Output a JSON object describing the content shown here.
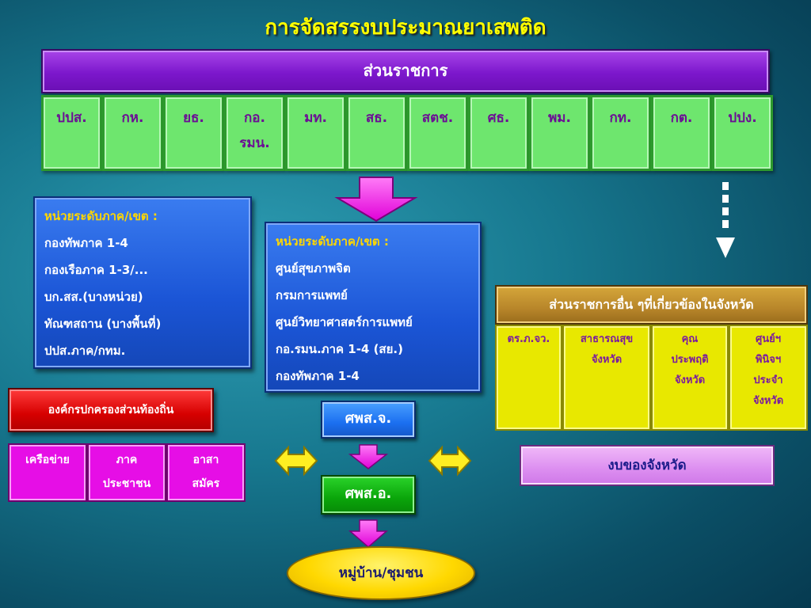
{
  "title": "การจัดสรรงบประมาณยาเสพติด",
  "header": "ส่วนราชการ",
  "departments": [
    [
      "ปปส."
    ],
    [
      "กห."
    ],
    [
      "ยธ."
    ],
    [
      "กอ.",
      "รมน."
    ],
    [
      "มท."
    ],
    [
      "สธ."
    ],
    [
      "สตช."
    ],
    [
      "ศธ."
    ],
    [
      "พม."
    ],
    [
      "กท."
    ],
    [
      "กต."
    ],
    [
      "ปปง."
    ]
  ],
  "left_box": {
    "heading": "หน่วยระดับภาค/เขต :",
    "lines": [
      "กองทัพภาค 1-4",
      "กองเรือภาค 1-3/...",
      "บก.สส.(บางหน่วย)",
      "ทัณฑสถาน (บางพื้นที่)",
      "ปปส.ภาค/กทม."
    ]
  },
  "center_box": {
    "heading": "หน่วยระดับภาค/เขต :",
    "lines": [
      "ศูนย์สุขภาพจิต",
      "กรมการแพทย์",
      "ศูนย์วิทยาศาสตร์การแพทย์",
      "กอ.รมน.ภาค 1-4 (สย.)",
      "กองทัพภาค 1-4"
    ]
  },
  "local_org": "องค์กรปกครองส่วนท้องถิ่น",
  "networks": [
    [
      "เครือข่าย"
    ],
    [
      "ภาค",
      "ประชาชน"
    ],
    [
      "อาสา",
      "สมัคร"
    ]
  ],
  "spsj": "ศพส.จ.",
  "spso": "ศพส.อ.",
  "village": "หมู่บ้าน/ชุมชน",
  "province_header": "ส่วนราชการอื่น ๆที่เกี่ยวข้องในจังหวัด",
  "province_cells": [
    [
      "ตร.ภ.จว."
    ],
    [
      "สาธารณสุข",
      "จังหวัด"
    ],
    [
      "คุณ",
      "ประพฤติ",
      "จังหวัด"
    ],
    [
      "ศูนย์ฯ",
      "พินิจฯ",
      "ประจำ",
      "จังหวัด"
    ]
  ],
  "province_budget": "งบของจังหวัด",
  "colors": {
    "title": "#ffff00",
    "header": "#7c17cc",
    "department": "#6ee66e",
    "blue_box": "#1b55d6",
    "local_org": "#d60000",
    "network": "#e60ee6",
    "spsj": "#1b6ff0",
    "spso": "#0aa50a",
    "arrow": "#ff3cf0",
    "province_header": "#b8862a",
    "province_cell": "#e8e800",
    "budget": "#dc8ef0",
    "village": "#ffd800"
  }
}
